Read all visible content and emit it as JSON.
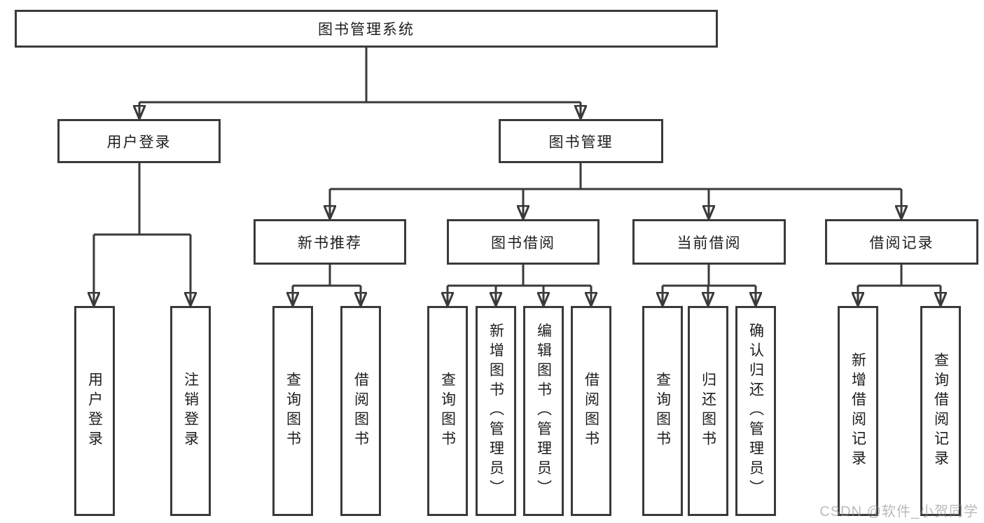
{
  "diagram": {
    "type": "hierarchy-tree",
    "colors": {
      "line": "#3a3a3a",
      "text": "#1e1e1e",
      "box_background": "#ffffff",
      "watermark": "#919191"
    }
  },
  "tree": {
    "root": {
      "label": "图书管理系统"
    },
    "branches": [
      {
        "label": "用户登录",
        "children": [
          {
            "label": "用户登录"
          },
          {
            "label": "注销登录"
          }
        ]
      },
      {
        "label": "图书管理",
        "children": [
          {
            "label": "新书推荐",
            "children": [
              {
                "label": "查询图书"
              },
              {
                "label": "借阅图书"
              }
            ]
          },
          {
            "label": "图书借阅",
            "children": [
              {
                "label": "查询图书"
              },
              {
                "label": "新增图书（管理员）"
              },
              {
                "label": "编辑图书（管理员）"
              },
              {
                "label": "借阅图书"
              }
            ]
          },
          {
            "label": "当前借阅",
            "children": [
              {
                "label": "查询图书"
              },
              {
                "label": "归还图书"
              },
              {
                "label": "确认归还（管理员）"
              }
            ]
          },
          {
            "label": "借阅记录",
            "children": [
              {
                "label": "新增借阅记录"
              },
              {
                "label": "查询借阅记录"
              }
            ]
          }
        ]
      }
    ]
  },
  "watermark": {
    "text": "CSDN @软件_小贺同学"
  }
}
